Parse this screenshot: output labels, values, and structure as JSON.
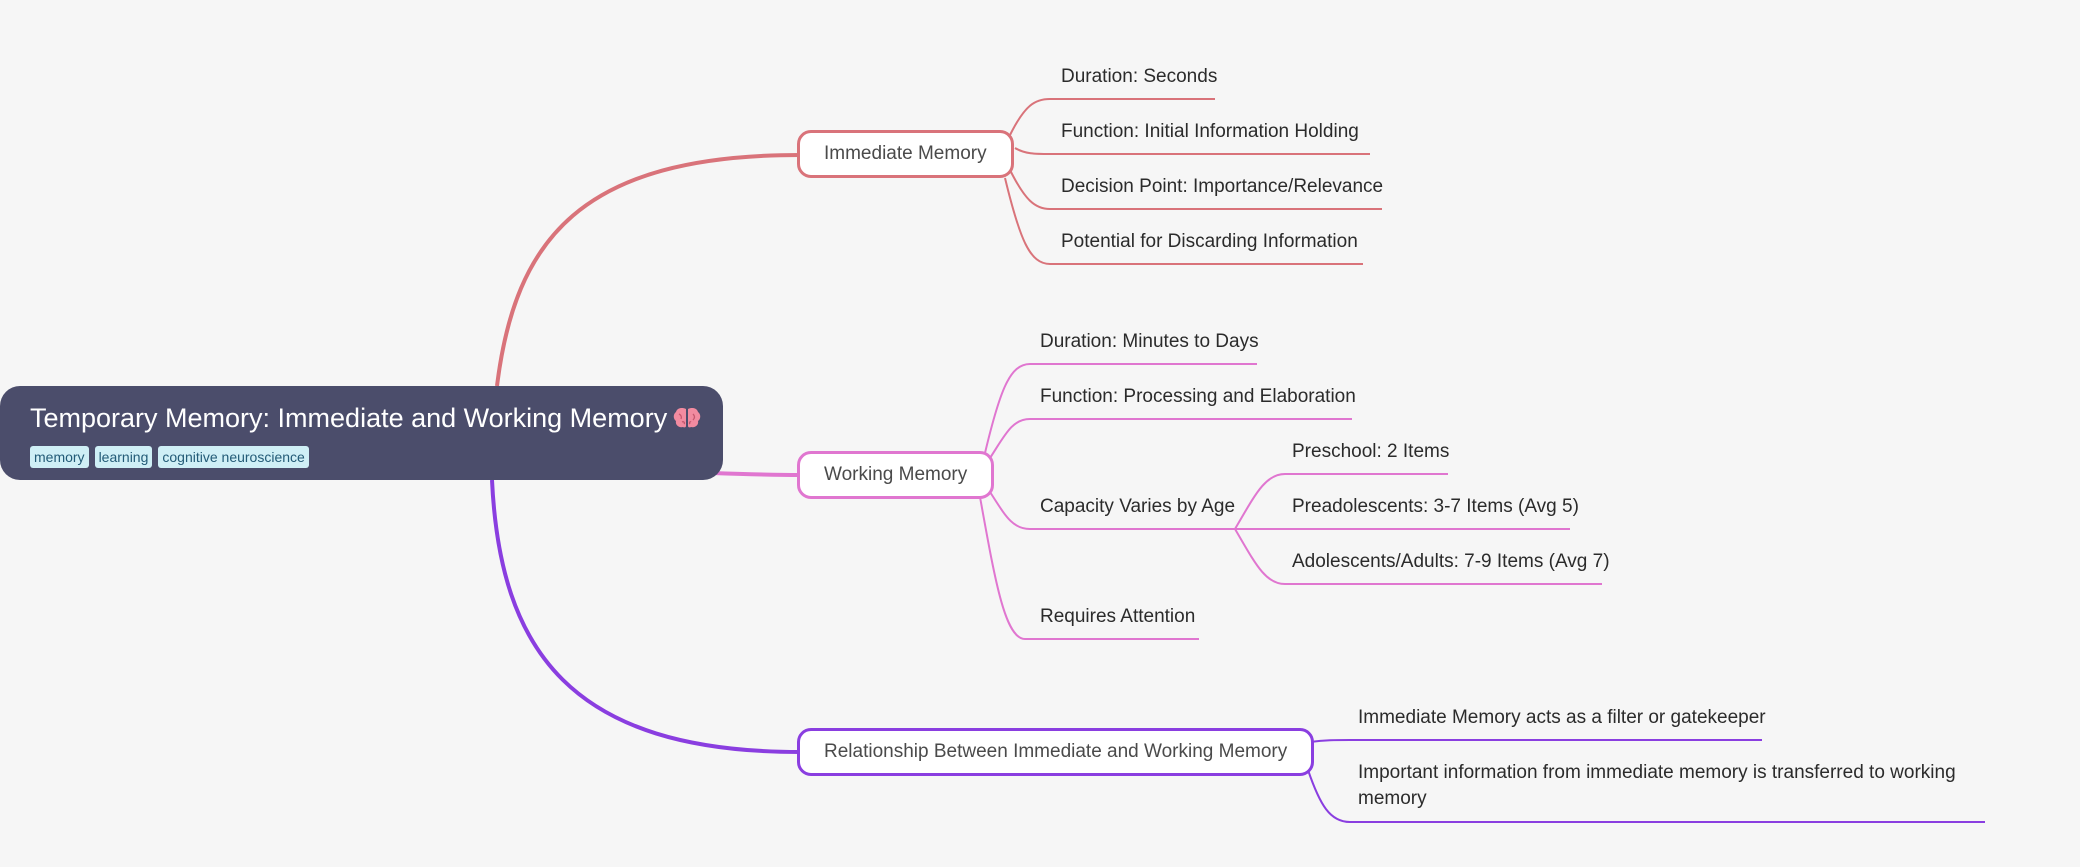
{
  "root": {
    "title": "Temporary Memory: Immediate and Working Memory",
    "icon": "brain-icon",
    "tags": [
      "memory",
      "learning",
      "cognitive neuroscience"
    ]
  },
  "colors": {
    "root_bg": "#4b4d6b",
    "immediate": "#d9737a",
    "working": "#e076d0",
    "relationship": "#8a3ee0",
    "tag_bg": "#cfeff6"
  },
  "branches": {
    "immediate": {
      "label": "Immediate Memory",
      "children": [
        "Duration: Seconds",
        "Function: Initial Information Holding",
        "Decision Point: Importance/Relevance",
        "Potential for Discarding Information"
      ]
    },
    "working": {
      "label": "Working Memory",
      "children": [
        "Duration: Minutes to Days",
        "Function: Processing and Elaboration",
        "Capacity Varies by Age",
        "Requires Attention"
      ],
      "capacity_children": [
        "Preschool: 2 Items",
        "Preadolescents: 3-7 Items (Avg 5)",
        "Adolescents/Adults: 7-9 Items (Avg 7)"
      ]
    },
    "relationship": {
      "label": "Relationship Between Immediate and Working Memory",
      "children": [
        "Immediate Memory acts as a filter or gatekeeper",
        "Important information from immediate memory is transferred to working memory"
      ]
    }
  }
}
